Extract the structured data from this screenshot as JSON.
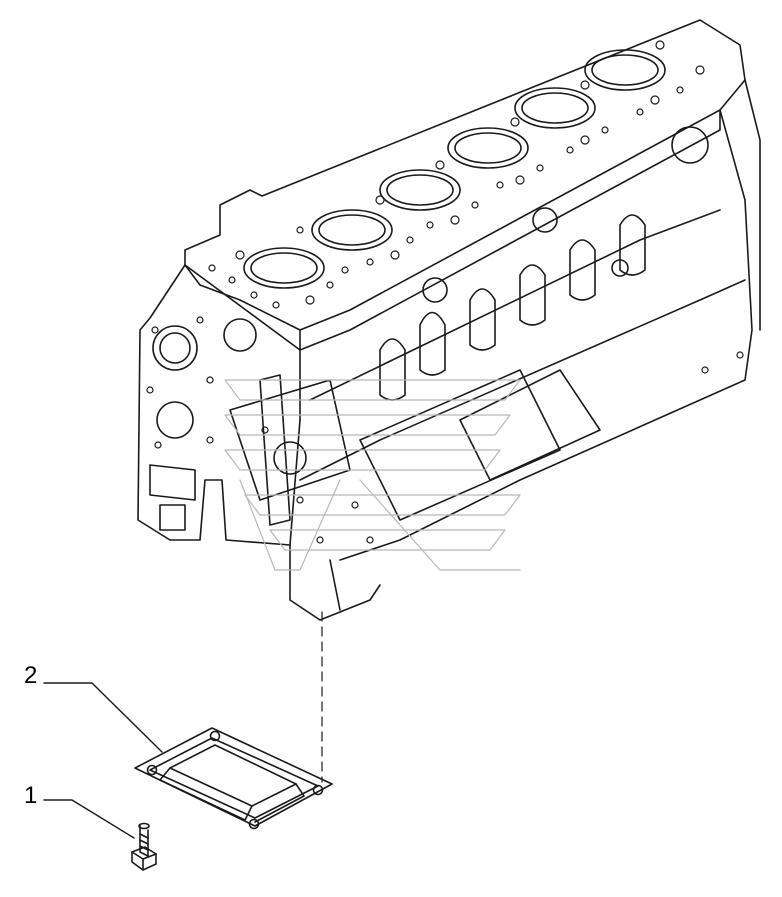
{
  "callouts": [
    {
      "id": "1",
      "label": "1"
    },
    {
      "id": "2",
      "label": "2"
    }
  ],
  "colors": {
    "line": "#1a1a1a",
    "watermark": "#b8b8b8",
    "background": "#ffffff"
  }
}
